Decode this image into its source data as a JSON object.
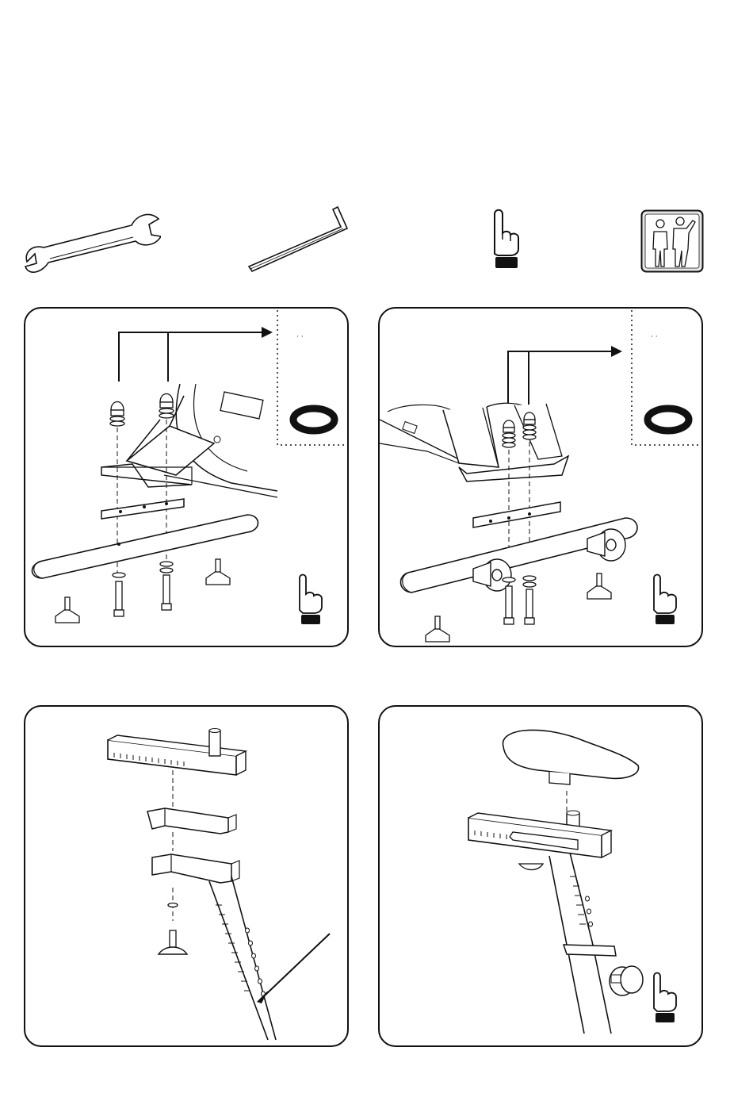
{
  "tools": [
    {
      "name": "wrench-icon"
    },
    {
      "name": "hex-key-icon"
    },
    {
      "name": "pointing-hand-icon"
    },
    {
      "name": "two-person-assembly-icon"
    }
  ],
  "panels": [
    {
      "name": "step-1-front-stabilizer",
      "callout": "",
      "detail": "washer-detail"
    },
    {
      "name": "step-2-rear-stabilizer",
      "callout": "",
      "detail": "washer-detail"
    },
    {
      "name": "step-3-seat-slider",
      "callout": ""
    },
    {
      "name": "step-4-seat-mount",
      "callout": ""
    }
  ],
  "colors": {
    "line": "#111111",
    "fill": "#ffffff"
  }
}
